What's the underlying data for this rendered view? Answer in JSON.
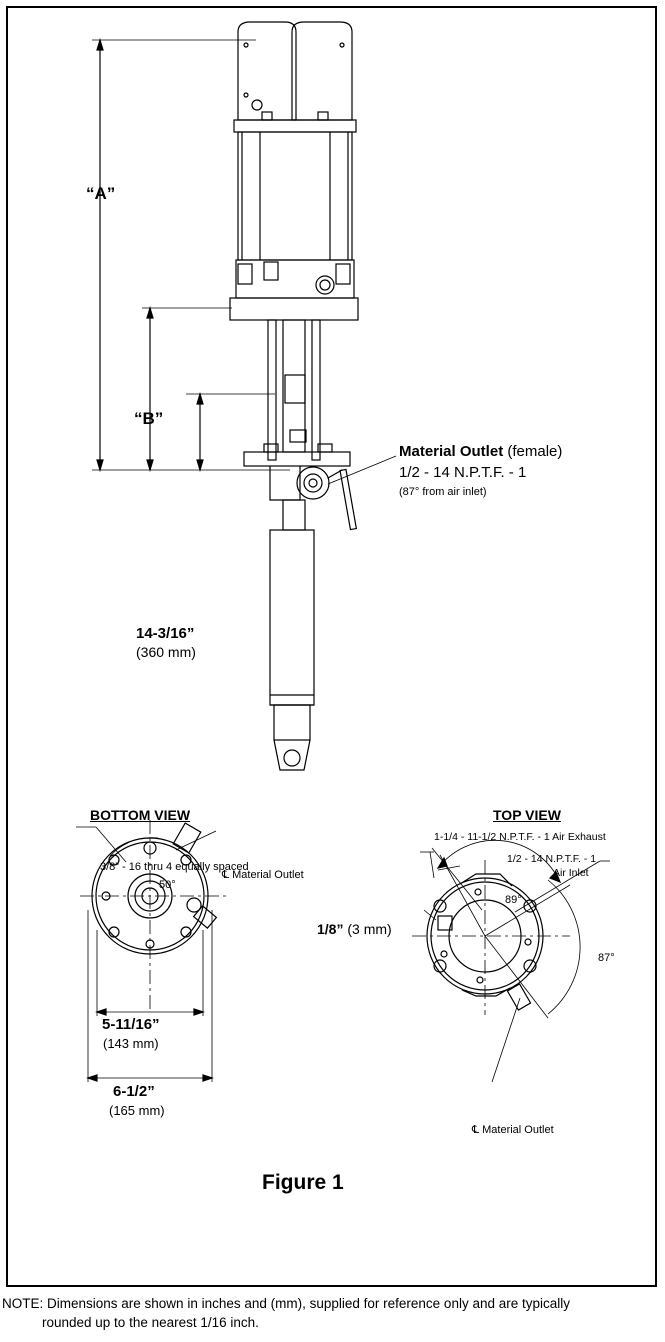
{
  "dims": {
    "a": "“A”",
    "b": "“B”",
    "outlet_height": "14-3/16”",
    "outlet_height_mm": "(360 mm)"
  },
  "material_outlet": {
    "title": "Material Outlet",
    "qualifier": " (female)",
    "thread": "1/2 - 14 N.P.T.F. - 1",
    "angle": "(87° from air inlet)"
  },
  "bottom_view": {
    "title": "BOTTOM VIEW",
    "holes": "3/8” - 16 thru 4 equally spaced",
    "angle": "50°",
    "outlet": "℄ Material Outlet",
    "dia1": "5-11/16”",
    "dia1_mm": "(143 mm)",
    "dia2": "6-1/2”",
    "dia2_mm": "(165 mm)"
  },
  "top_view": {
    "title": "TOP VIEW",
    "exhaust": "1-1/4 - 11-1/2 N.P.T.F. - 1 Air Exhaust",
    "inlet_line1": "1/2 - 14 N.P.T.F. - 1",
    "inlet_line2": "Air Inlet",
    "angle1": "89°",
    "angle2": "87°",
    "offset": "1/8”",
    "offset_mm": " (3 mm)",
    "outlet": "℄  Material Outlet"
  },
  "figure_caption": "Figure 1",
  "note": {
    "line1": "NOTE:  Dimensions are shown in inches and (mm), supplied for reference only and are typically",
    "line2": "rounded up to the nearest 1/16 inch."
  }
}
